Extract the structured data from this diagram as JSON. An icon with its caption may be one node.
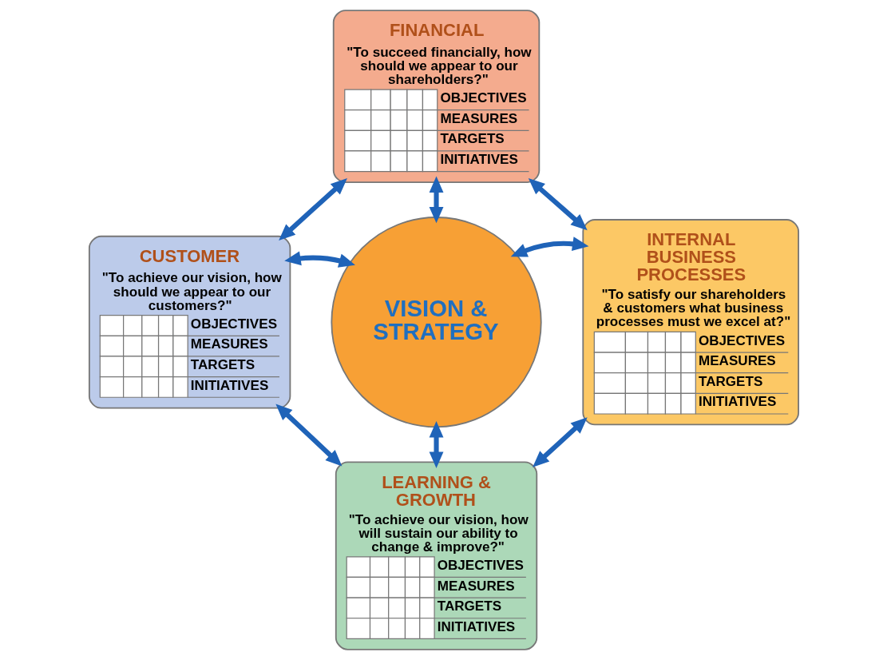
{
  "diagram": {
    "nodes": [
      {
        "text": [
          "FINANCIAL",
          "\"To succeed financially, how should we appear to our shareholders?\"",
          "OBJECTIVES",
          "MEASURES",
          "TARGETS",
          "INITIATIVES"
        ]
      },
      {
        "text": [
          "CUSTOMER",
          "\"To achieve our vision, how should we appear to our customers?\"",
          "OBJECTIVES",
          "MEASURES",
          "TARGETS",
          "INITIATIVES"
        ]
      },
      {
        "text": [
          "VISION & STRATEGY"
        ]
      },
      {
        "text": [
          "INTERNAL BUSINESS PROCESSES",
          "\"To satisfy our shareholders & customers what business processes must we excel at?\"",
          "OBJECTIVES",
          "MEASURES",
          "TARGETS",
          "INITIATIVES"
        ]
      },
      {
        "text": [
          "LEARNING & GROWTH",
          "\"To achieve our vision, how will sustain our ability to change & improve?\"",
          "OBJECTIVES",
          "MEASURES",
          "TARGETS",
          "INITIATIVES"
        ]
      }
    ],
    "edges": [
      {
        "from": 1,
        "to": 0,
        "arrow": "both"
      },
      {
        "from": 0,
        "to": 3,
        "arrow": "both"
      },
      {
        "from": 3,
        "to": 4,
        "arrow": "both"
      },
      {
        "from": 4,
        "to": 1,
        "arrow": "both"
      },
      {
        "from": 2,
        "to": 0,
        "arrow": "both"
      },
      {
        "from": 2,
        "to": 1,
        "arrow": "both"
      },
      {
        "from": 2,
        "to": 3,
        "arrow": "both"
      },
      {
        "from": 2,
        "to": 4,
        "arrow": "both"
      }
    ]
  }
}
